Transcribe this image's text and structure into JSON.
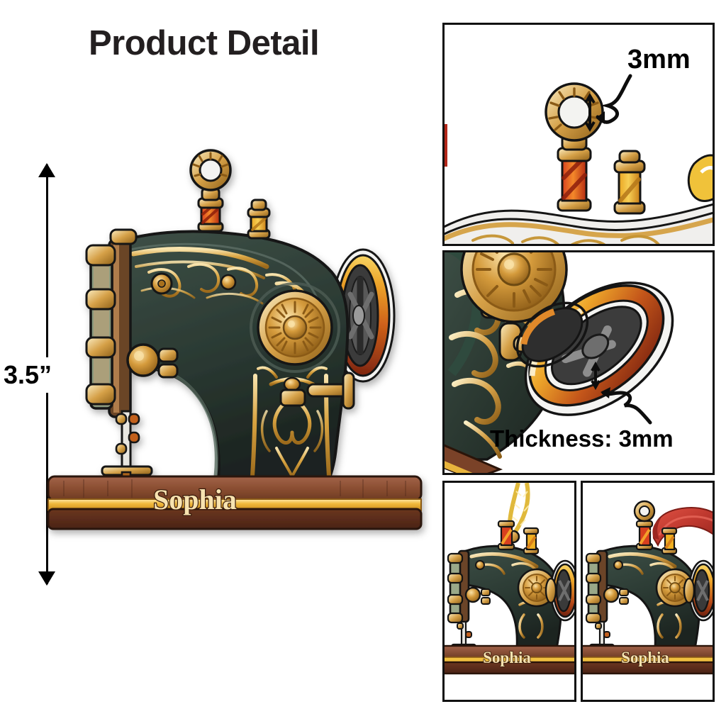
{
  "header": {
    "title": "Product Detail"
  },
  "dimension": {
    "label": "3.5”",
    "icon": "double-arrow-vertical-icon"
  },
  "product": {
    "name": "Sophia",
    "type": "sewing-machine-ornament",
    "base_name_text": "Sophia"
  },
  "panels": {
    "top": {
      "name": "thread-spool-closeup",
      "callout": "3mm",
      "arrow": "curved-arrow-icon"
    },
    "middle": {
      "name": "handwheel-closeup",
      "callout": "Thickness: 3mm",
      "arrow": "curved-arrow-icon"
    },
    "bottom_left": {
      "name": "gold-cord-hanger-variant",
      "base_name_text": "Sophia",
      "hanger": "gold-cord"
    },
    "bottom_right": {
      "name": "red-ribbon-hanger-variant",
      "base_name_text": "Sophia",
      "hanger": "red-ribbon"
    }
  },
  "colors": {
    "ink": "#111111",
    "gold_light": "#f6dfa0",
    "gold": "#d9a441",
    "gold_deep": "#a8701d",
    "body_dark": "#2b3630",
    "body_green": "#31463c",
    "wood_top": "#8d5235",
    "wood_mid": "#f4c killer",
    "wood_bottom": "#5d2f1d",
    "spool_red": "#c9341f",
    "spool_orange": "#f08a1d",
    "spool_yellow": "#f4c23a",
    "ribbon_red": "#c0392f",
    "wheel_yellow": "#f2c23c",
    "wheel_orange": "#e07a1c",
    "wheel_dark_red": "#8e2b12",
    "panel_border": "#111111"
  }
}
